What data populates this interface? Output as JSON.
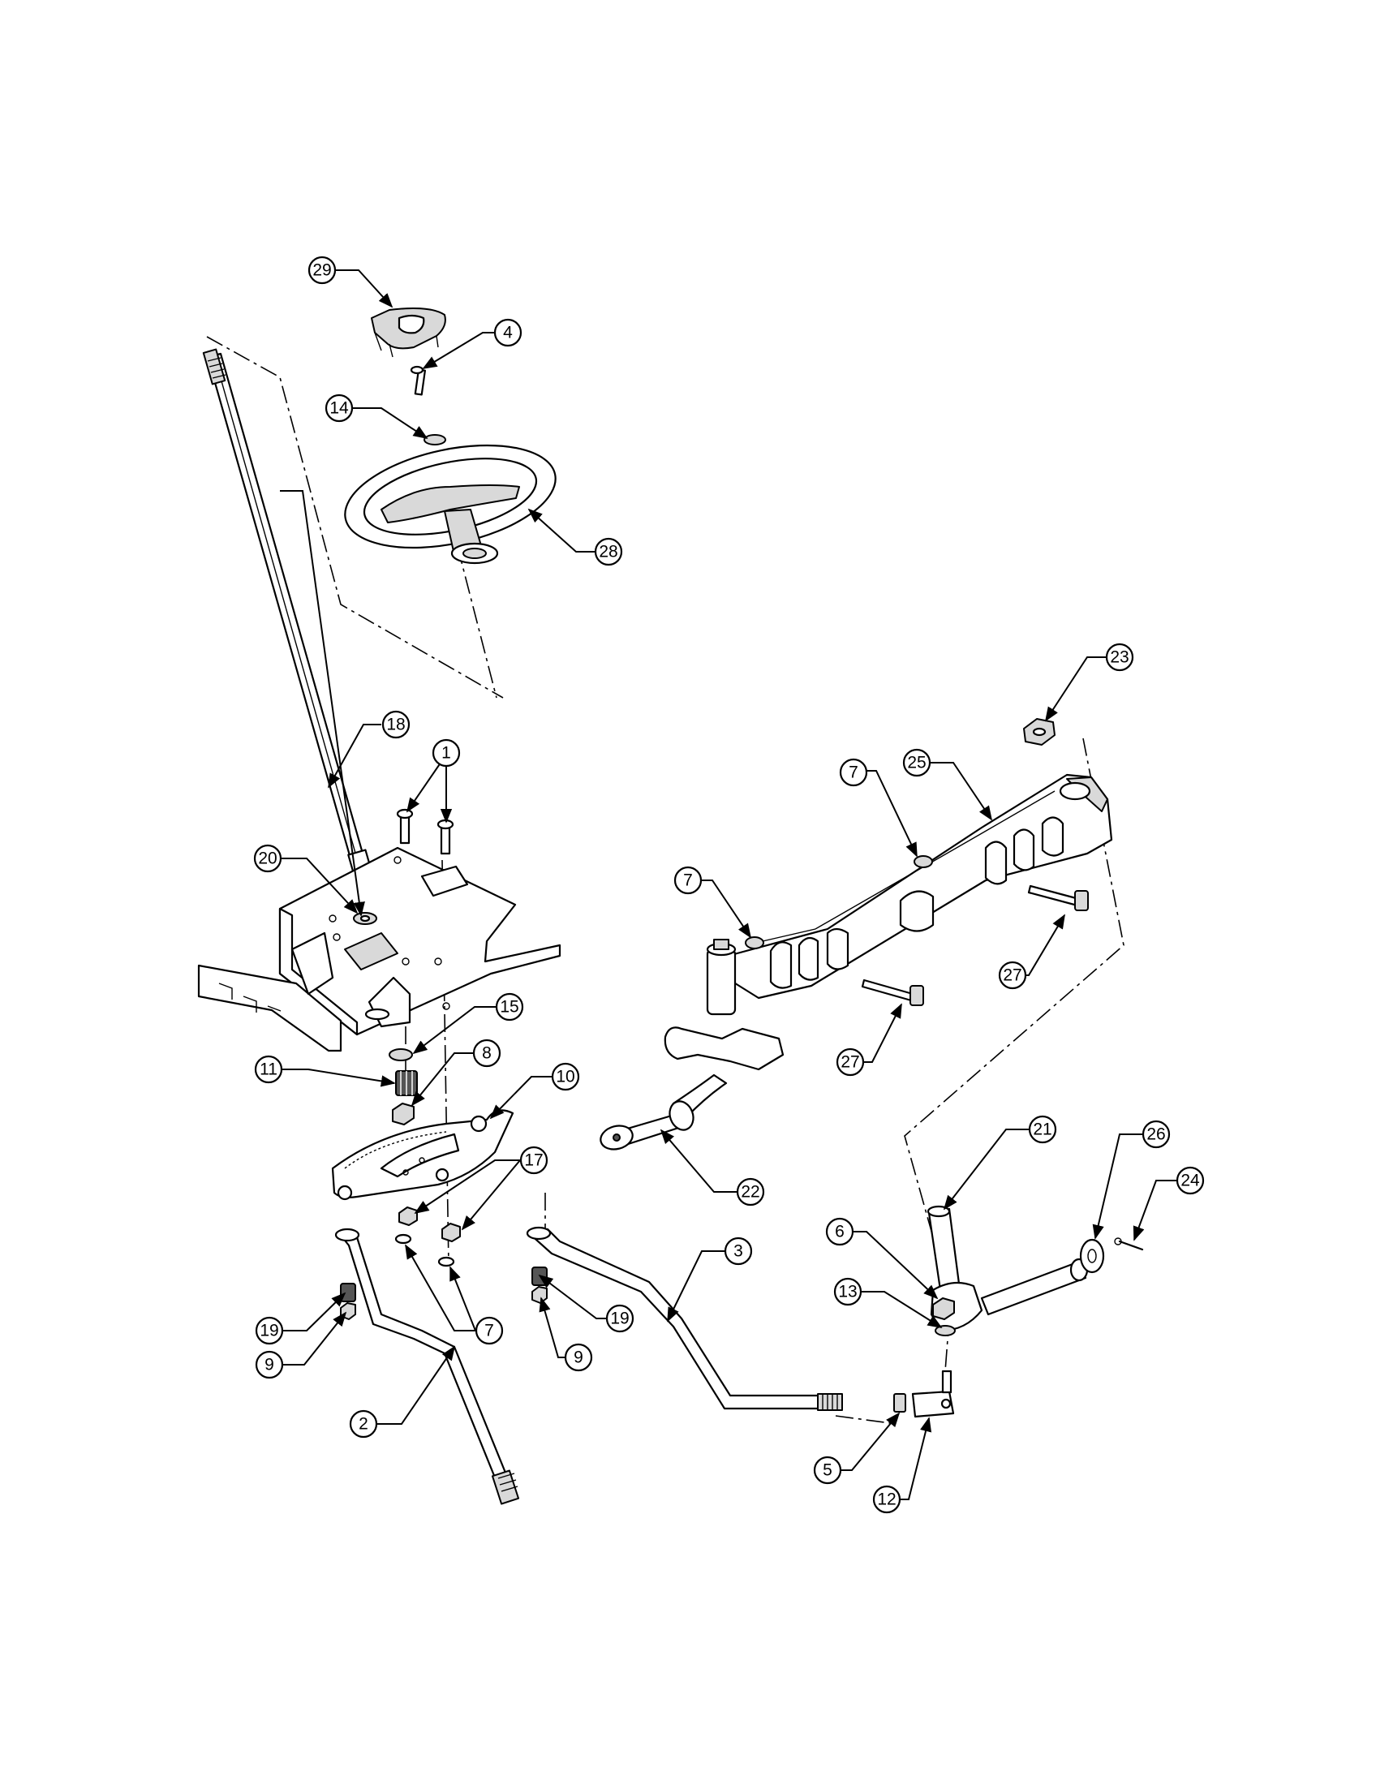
{
  "callouts": [
    "29",
    "4",
    "14",
    "28",
    "18",
    "1",
    "20",
    "15",
    "8",
    "11",
    "10",
    "17",
    "19",
    "9",
    "7",
    "2",
    "3",
    "23",
    "25",
    "7",
    "7",
    "27",
    "27",
    "22",
    "21",
    "26",
    "24",
    "6",
    "13",
    "19",
    "9",
    "5",
    "12"
  ]
}
